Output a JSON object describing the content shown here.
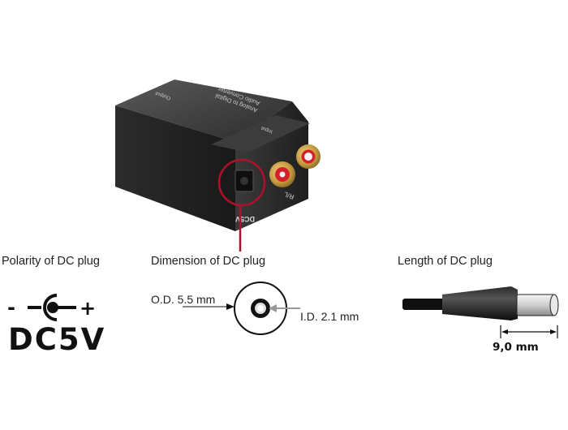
{
  "device": {
    "top_label": "Analog to Digital\nAudio Converter",
    "output_label": "Output",
    "input_label": "Input",
    "channel_label": "R/L",
    "port_label": "DC5V"
  },
  "captions": {
    "polarity": "Polarity of DC plug",
    "dimension": "Dimension of DC plug",
    "length": "Length of DC plug"
  },
  "polarity": {
    "minus": "-",
    "plus": "+",
    "voltage": "DC5V"
  },
  "dimension": {
    "od": "O.D.  5.5 mm",
    "id": "I.D.  2.1 mm"
  },
  "length": {
    "value": "9,0 mm"
  },
  "colors": {
    "highlight": "#b0112a",
    "rca_red": "#d61f2a",
    "rca_white": "#f4f4f4",
    "gold": "#c9a24a",
    "body": "#2a2a2a"
  }
}
